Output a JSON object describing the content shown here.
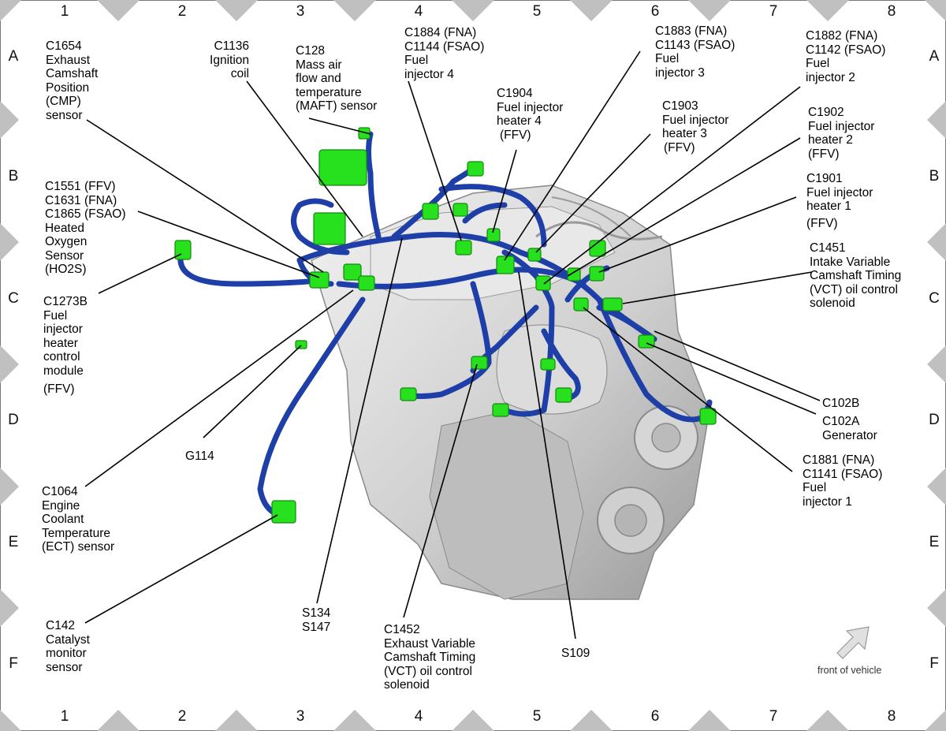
{
  "grid": {
    "columns": [
      "1",
      "2",
      "3",
      "4",
      "5",
      "6",
      "7",
      "8"
    ],
    "rows": [
      "A",
      "B",
      "C",
      "D",
      "E",
      "F"
    ]
  },
  "colors": {
    "harness": "#1f3fa8",
    "connector": "#27e01e",
    "engine": "#c8c8c8",
    "leader": "#000000",
    "border_marker": "#c0c0c0"
  },
  "labels": [
    {
      "id": "c1654",
      "lines": [
        "C1654",
        "Exhaust",
        "Camshaft",
        "Position",
        "(CMP)",
        "sensor"
      ]
    },
    {
      "id": "c1136",
      "lines": [
        "C1136",
        "Ignition",
        "coil"
      ]
    },
    {
      "id": "c128",
      "lines": [
        "C128",
        "Mass air",
        "flow and",
        "temperature",
        "(MAFT) sensor"
      ]
    },
    {
      "id": "c1884",
      "lines": [
        "C1884 (FNA)",
        "C1144 (FSAO)",
        "Fuel",
        "injector 4"
      ]
    },
    {
      "id": "c1904",
      "lines": [
        "C1904",
        "Fuel injector",
        "heater 4",
        "(FFV)"
      ]
    },
    {
      "id": "c1883",
      "lines": [
        "C1883  (FNA)",
        "C1143 (FSAO)",
        "Fuel",
        "injector 3"
      ]
    },
    {
      "id": "c1903",
      "lines": [
        "C1903",
        "Fuel injector",
        "heater 3",
        "(FFV)"
      ]
    },
    {
      "id": "c1882",
      "lines": [
        "C1882 (FNA)",
        "C1142 (FSAO)",
        "Fuel",
        "injector 2"
      ]
    },
    {
      "id": "c1902",
      "lines": [
        "C1902",
        "Fuel injector",
        "heater 2",
        "(FFV)"
      ]
    },
    {
      "id": "c1901",
      "lines": [
        "C1901",
        "Fuel injector",
        "heater 1",
        "(FFV)"
      ]
    },
    {
      "id": "c1551",
      "lines": [
        "C1551 (FFV)",
        "C1631 (FNA)",
        "C1865 (FSAO)",
        "Heated",
        "Oxygen",
        "Sensor",
        "(HO2S)"
      ]
    },
    {
      "id": "c1451",
      "lines": [
        "C1451",
        "Intake Variable",
        "Camshaft Timing",
        "(VCT) oil control",
        "solenoid"
      ]
    },
    {
      "id": "c1273b",
      "lines": [
        "C1273B",
        "Fuel",
        "injector",
        "heater",
        "control",
        "module",
        "(FFV)"
      ]
    },
    {
      "id": "c102b",
      "lines": [
        "C102B"
      ]
    },
    {
      "id": "c102a",
      "lines": [
        "C102A",
        "Generator"
      ]
    },
    {
      "id": "g114",
      "lines": [
        "G114"
      ]
    },
    {
      "id": "c1881",
      "lines": [
        "C1881 (FNA)",
        "C1141 (FSAO)",
        "Fuel",
        "injector 1"
      ]
    },
    {
      "id": "c1064",
      "lines": [
        "C1064",
        "Engine",
        "Coolant",
        "Temperature",
        "(ECT) sensor"
      ]
    },
    {
      "id": "c142",
      "lines": [
        "C142",
        "Catalyst",
        "monitor",
        "sensor"
      ]
    },
    {
      "id": "s134",
      "lines": [
        "S134",
        "S147"
      ]
    },
    {
      "id": "c1452",
      "lines": [
        "C1452",
        "Exhaust Variable",
        "Camshaft Timing",
        "(VCT) oil control",
        "solenoid"
      ]
    },
    {
      "id": "s109",
      "lines": [
        "S109"
      ]
    }
  ],
  "front_of_vehicle": "front of vehicle"
}
